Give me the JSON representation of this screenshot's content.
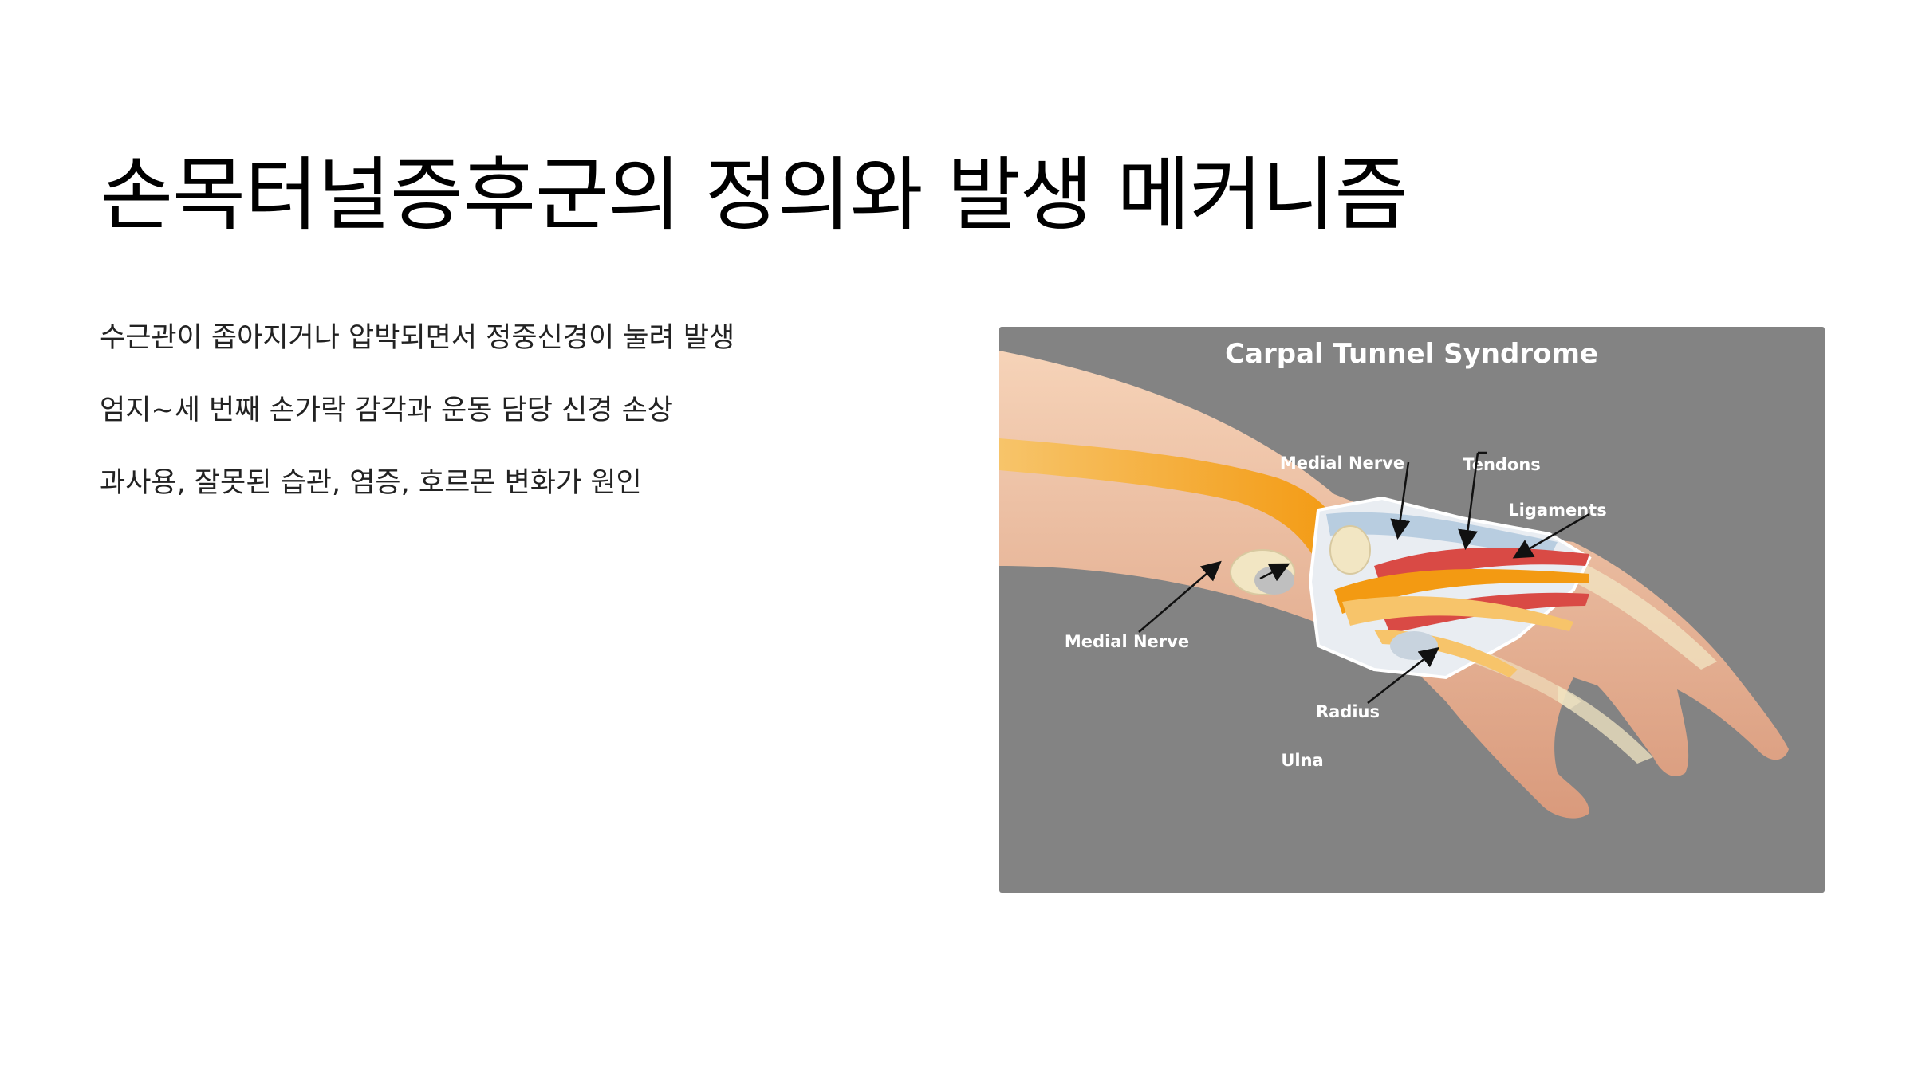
{
  "slide": {
    "title": "손목터널증후군의 정의와 발생 메커니즘",
    "bullets": [
      "수근관이 좁아지거나 압박되면서 정중신경이 눌려 발생",
      "엄지~세 번째 손가락 감각과 운동 담당 신경 손상",
      "과사용, 잘못된 습관, 염증, 호르몬 변화가 원인"
    ]
  },
  "figure": {
    "title": "Carpal Tunnel Syndrome",
    "labels": {
      "medial_nerve_top": "Medial Nerve",
      "tendons": "Tendons",
      "ligaments": "Ligaments",
      "medial_nerve_left": "Medial Nerve",
      "radius": "Radius",
      "ulna": "Ulna"
    },
    "colors": {
      "background": "#838383",
      "skin": "#efc3a3",
      "nerve": "#f4a21a",
      "tendon": "#d94a45",
      "ligament": "#b8cde0",
      "bone": "#f2e6c3"
    }
  }
}
